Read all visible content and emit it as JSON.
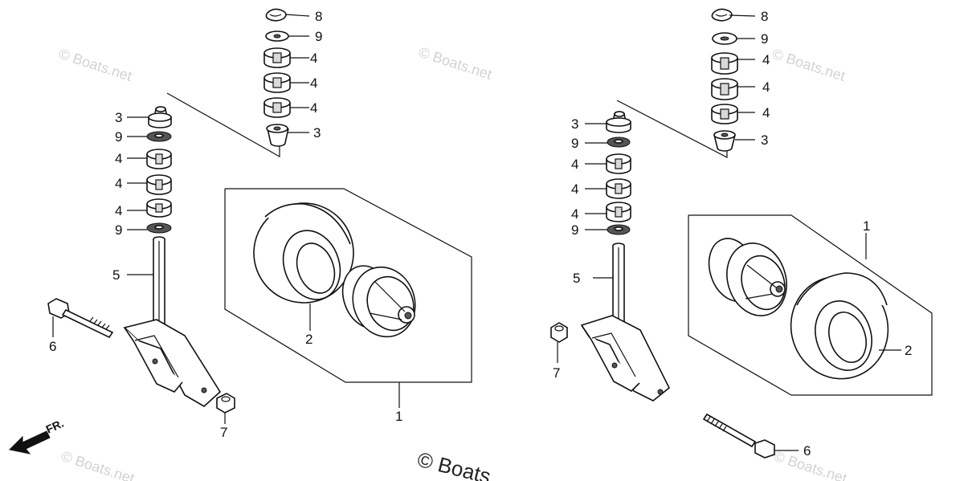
{
  "callouts": {
    "n1": "1",
    "n2": "2",
    "n3": "3",
    "n4": "4",
    "n5": "5",
    "n6": "6",
    "n7": "7",
    "n8": "8",
    "n9": "9"
  },
  "direction_label": "FR.",
  "watermark": {
    "small": "© Boats.net",
    "bottom": "© Boats"
  },
  "colors": {
    "line": "#111111",
    "watermark": "#d2d2d2"
  }
}
